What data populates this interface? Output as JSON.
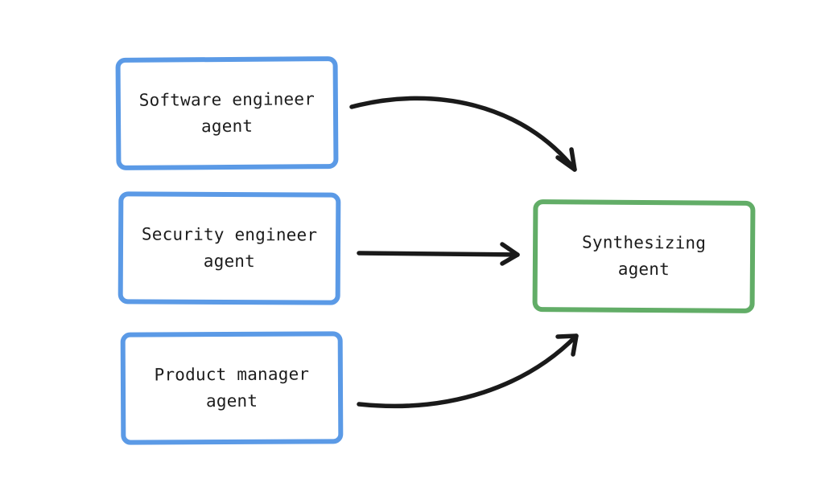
{
  "diagram": {
    "nodes": [
      {
        "id": "software",
        "label_line1": "Software engineer",
        "label_line2": "agent",
        "color": "#5b9ae6"
      },
      {
        "id": "security",
        "label_line1": "Security engineer",
        "label_line2": "agent",
        "color": "#5b9ae6"
      },
      {
        "id": "product",
        "label_line1": "Product manager",
        "label_line2": "agent",
        "color": "#5b9ae6"
      },
      {
        "id": "synth",
        "label_line1": "Synthesizing",
        "label_line2": "agent",
        "color": "#62ad67"
      }
    ],
    "edges": [
      {
        "from": "software",
        "to": "synth"
      },
      {
        "from": "security",
        "to": "synth"
      },
      {
        "from": "product",
        "to": "synth"
      }
    ],
    "arrow_color": "#1a1a1a"
  }
}
